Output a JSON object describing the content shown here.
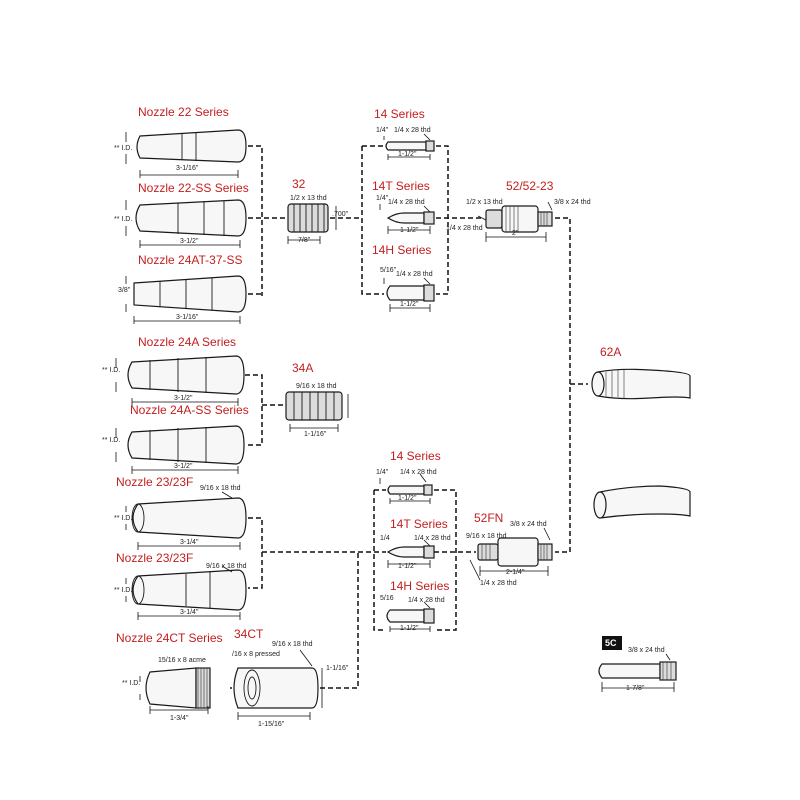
{
  "labels": {
    "nozzle_22": "Nozzle 22 Series",
    "nozzle_22ss": "Nozzle 22-SS Series",
    "nozzle_24at": "Nozzle 24AT-37-SS",
    "nozzle_24a": "Nozzle 24A Series",
    "nozzle_24ass": "Nozzle 24A-SS Series",
    "nozzle_23a": "Nozzle 23/23F",
    "nozzle_23b": "Nozzle 23/23F",
    "nozzle_24ct": "Nozzle 24CT Series",
    "part_32": "32",
    "part_34a": "34A",
    "part_34ct": "34CT",
    "part_14_top": "14 Series",
    "part_14t_top": "14T Series",
    "part_14h_top": "14H Series",
    "part_14_bot": "14 Series",
    "part_14t_bot": "14T Series",
    "part_14h_bot": "14H Series",
    "part_52": "52/52-23",
    "part_52fn": "52FN",
    "part_62a": "62A",
    "part_5c": "5C"
  },
  "dims": {
    "id": "** I.D.",
    "d_22_len": "3-1/16\"",
    "d_22ss_len": "3-1/2\"",
    "d_24at_id": "3/8\"",
    "d_24at_len": "3-1/16\"",
    "d_24a_len": "3-1/2\"",
    "d_24ass_len": "3-1/2\"",
    "d_23a_thd": "9/16 x 18 thd",
    "d_23a_len": "3-1/4\"",
    "d_23b_thd": "9/16 x 18 thd",
    "d_23b_len": "3-1/4\"",
    "d_24ct_thd": "15/16 x 8 acme",
    "d_24ct_len": "1-3/4\"",
    "d_32_thd": "1/2 x 13 thd",
    "d_32_len": "7/8\"",
    "d_32_side": ".700\"",
    "d_34a_thd": "9/16 x 18 thd",
    "d_34a_len": "1-1/16\"",
    "d_34ct_thd": "9/16 x 18 thd",
    "d_34ct_thd2": "/16 x 8 pressed",
    "d_34ct_len": "1-15/16\"",
    "d_34ct_side": "1-1/16\"",
    "d_14_dia": "1/4\"",
    "d_14_thd": "1/4 x 28 thd",
    "d_14_len": "1-1/2\"",
    "d_14t_dia": "1/4\"",
    "d_14t_thd": "1/4 x 28 thd",
    "d_14t_len": "1-1/2\"",
    "d_14h_dia": "5/16\"",
    "d_14h_thd": "1/4 x 28 thd",
    "d_14h_len": "1-1/2\"",
    "d_52_thd1": "1/2 x 13 thd",
    "d_52_thd2": "3/8 x 24 thd",
    "d_52_thd3": "1/4 x 28 thd",
    "d_52_len": "2\"",
    "b14_dia": "1/4\"",
    "b14_thd": "1/4 x 28 thd",
    "b14_len": "1-1/2\"",
    "b14t_dia": "1/4",
    "b14t_thd": "1/4 x 28 thd",
    "b14t_len": "1-1/2\"",
    "b14h_dia": "5/16",
    "b14h_thd": "1/4 x 28 thd",
    "b14h_len": "1-1/2\"",
    "d_52fn_thd1": "9/16 x 18 thd",
    "d_52fn_thd2": "3/8 x 24 thd",
    "d_52fn_thd3": "1/4 x 28 thd",
    "d_52fn_len": "2-1/4\"",
    "d_5c_thd": "3/8 x 24 thd",
    "d_5c_len": "1-7/8\""
  }
}
